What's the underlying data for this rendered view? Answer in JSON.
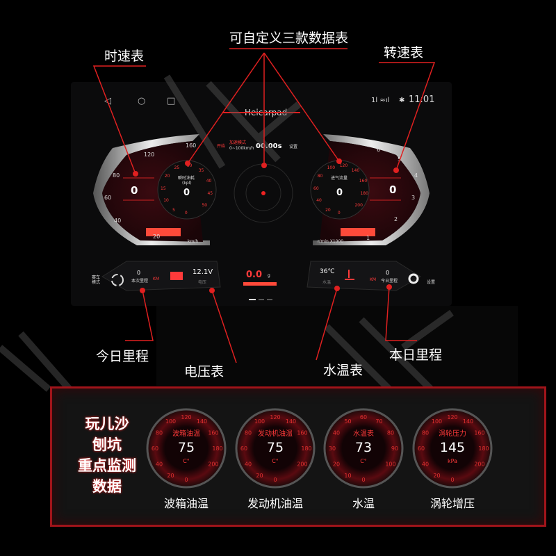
{
  "callouts": {
    "custom_gauges": "可自定义三款数据表",
    "speedometer": "时速表",
    "tachometer": "转速表",
    "today_mileage_left": "今日里程",
    "voltmeter": "电压表",
    "water_temp": "水温表",
    "day_mileage_right": "本日里程"
  },
  "status_bar": {
    "signal": "1l ≈ıl",
    "bluetooth": "✱",
    "time": "11:01"
  },
  "nav": {
    "back": "◁",
    "home": "○",
    "recent": "□"
  },
  "app": {
    "brand": "Heicarpad"
  },
  "accel": {
    "start": "开始",
    "mode": "加速模式",
    "range": "0~100km/h",
    "time": "00.00s",
    "settings": "设置"
  },
  "speed": {
    "value": "0",
    "unit": "km/h",
    "ticks": [
      "20",
      "40",
      "60",
      "80",
      "120",
      "160"
    ]
  },
  "rpm": {
    "value": "0",
    "unit": "r/min X1000",
    "ticks": [
      "1",
      "2",
      "3",
      "4",
      "5",
      "6"
    ]
  },
  "fuel_gauge": {
    "title": "瞬时油耗",
    "sub": "(kpl)",
    "value": "0",
    "ticks": [
      "0",
      "5",
      "10",
      "15",
      "20",
      "25",
      "30",
      "35",
      "40",
      "45",
      "50"
    ]
  },
  "air_gauge": {
    "title": "进气流量",
    "value": "0",
    "ticks": [
      "0",
      "20",
      "40",
      "60",
      "80",
      "100",
      "120",
      "140",
      "160",
      "180",
      "200"
    ]
  },
  "bottom_bar": {
    "drive_mode": "赛车\n模式",
    "trip": "0",
    "trip_label": "本次里程",
    "km": "KM",
    "voltage": "12.1V",
    "voltage_label": "电压",
    "g_value": "0.0",
    "g_unit": "g",
    "water": "36℃",
    "water_label": "水温",
    "today": "0",
    "today_label": "今日里程",
    "km2": "KM",
    "settings": "设置"
  },
  "promo": {
    "lines": [
      "玩儿沙",
      "刨坑",
      "重点监测",
      "数据"
    ],
    "gauges": [
      {
        "title": "波箱油温",
        "value": "75",
        "unit": "C°",
        "ticks": [
          "0",
          "20",
          "40",
          "60",
          "80",
          "100",
          "120",
          "140",
          "160",
          "180",
          "200"
        ],
        "label": "波箱油温"
      },
      {
        "title": "发动机油温",
        "value": "75",
        "unit": "C°",
        "ticks": [
          "0",
          "20",
          "40",
          "60",
          "80",
          "100",
          "120",
          "140",
          "160",
          "180",
          "200"
        ],
        "label": "发动机油温"
      },
      {
        "title": "水温表",
        "value": "73",
        "unit": "C°",
        "ticks": [
          "0",
          "10",
          "20",
          "30",
          "40",
          "50",
          "60",
          "70",
          "80",
          "90",
          "100"
        ],
        "label": "水温"
      },
      {
        "title": "涡轮压力",
        "value": "145",
        "unit": "kPa",
        "ticks": [
          "0",
          "20",
          "40",
          "60",
          "80",
          "100",
          "120",
          "140",
          "160",
          "180",
          "200"
        ],
        "label": "涡轮增压"
      }
    ]
  },
  "colors": {
    "accent": "#ff2a2a",
    "frame": "#a0141a"
  }
}
